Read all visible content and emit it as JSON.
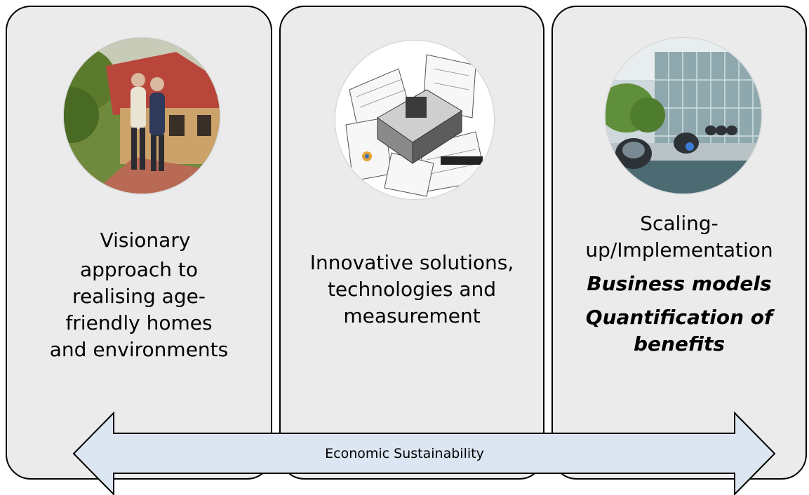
{
  "panels": [
    {
      "image_icon": "seniors-walking-outside-house-photo",
      "lines": [
        "Visionary",
        "approach to",
        "realising age-",
        "friendly homes",
        "and environments"
      ]
    },
    {
      "image_icon": "architectural-building-blueprints-photo",
      "lines": [
        "Innovative solutions,",
        "technologies and",
        "measurement"
      ]
    },
    {
      "image_icon": "futuristic-vehicles-glass-building-photo",
      "lines": [
        "Scaling-",
        "up/Implementation"
      ],
      "emphasis_lines": [
        "Business models",
        "Quantification of",
        "benefits"
      ]
    }
  ],
  "arrow": {
    "label": "Economic Sustainability",
    "fill_color": "#dce6f2"
  }
}
